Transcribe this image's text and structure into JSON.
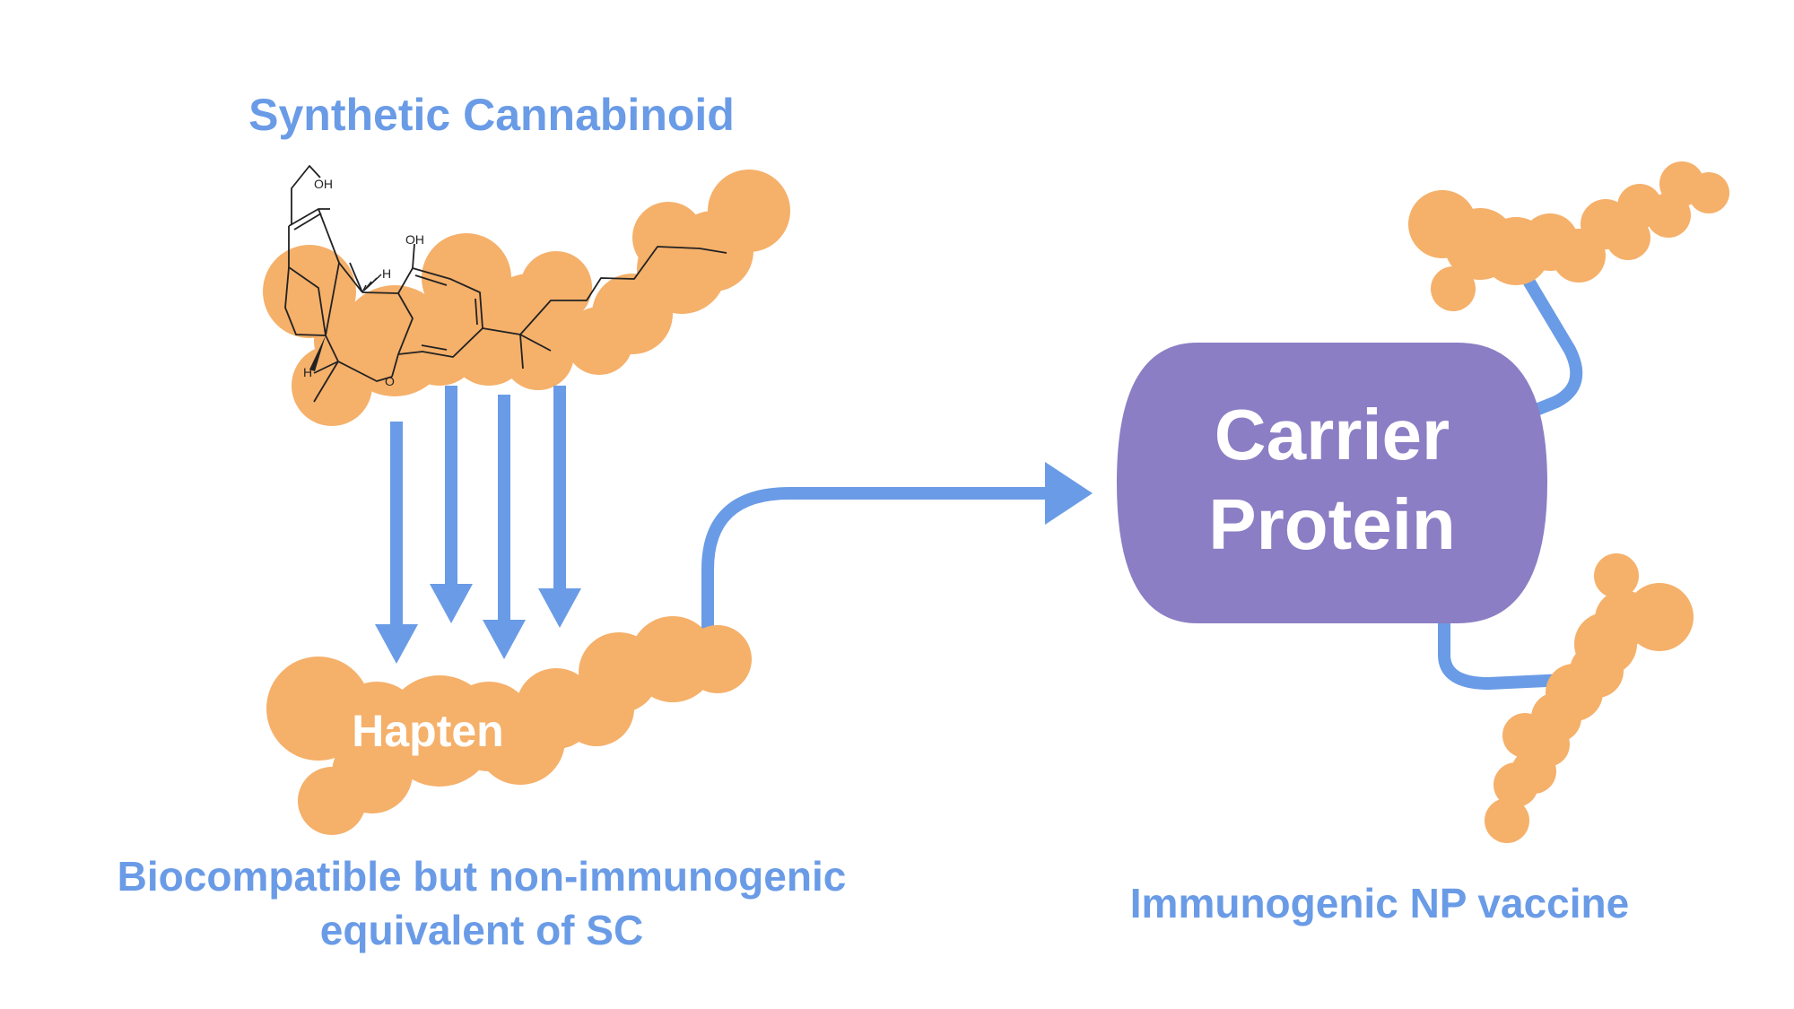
{
  "title": "Synthetic Cannabinoid",
  "hapten_label": "Hapten",
  "hapten_caption_line1": "Biocompatible but non-immunogenic",
  "hapten_caption_line2": "equivalent of SC",
  "carrier_line1": "Carrier",
  "carrier_line2": "Protein",
  "vaccine_caption": "Immunogenic NP vaccine",
  "molecule_labels": {
    "oh_top": "OH",
    "oh_ring": "OH",
    "h_upper": "H",
    "h_lower": "H",
    "oxygen": "O"
  },
  "colors": {
    "label_blue": "#6a9be6",
    "arrow_blue": "#6a9be6",
    "hapten_orange": "#f5b06a",
    "carrier_purple": "#8b7ec4",
    "white": "#ffffff",
    "bond_black": "#222222"
  }
}
